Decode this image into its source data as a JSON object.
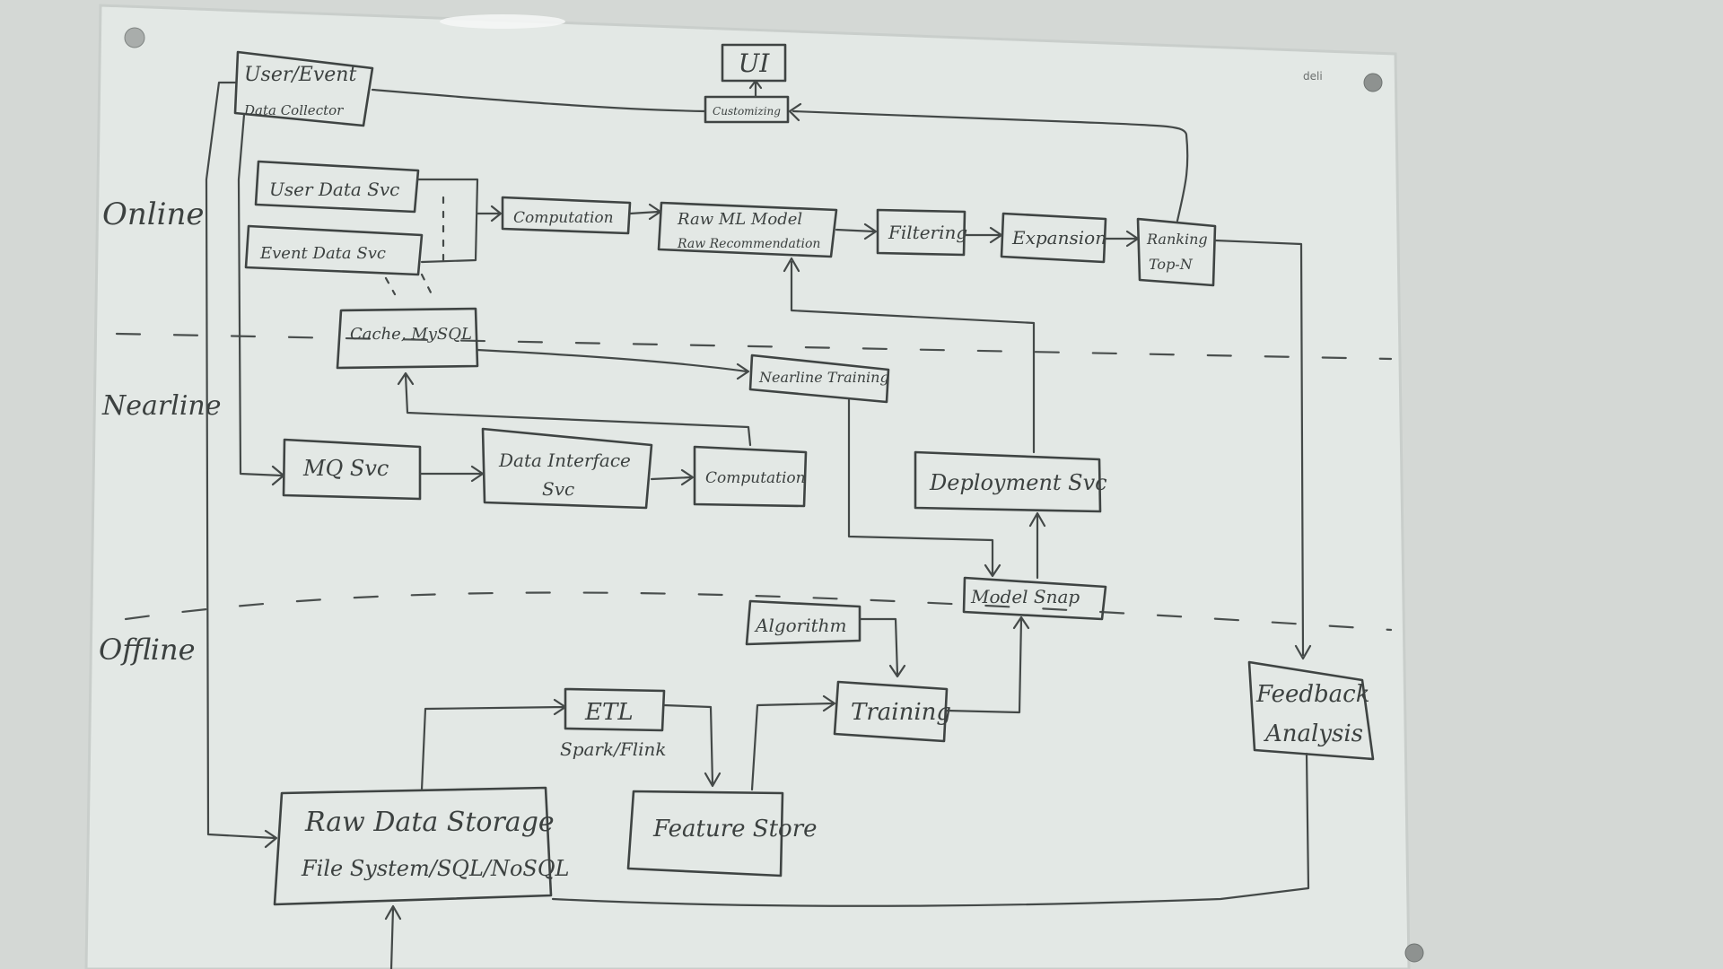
{
  "boxes": {
    "ui": "UI",
    "user_event_collector_1": "User/Event",
    "user_event_collector_2": "Data Collector",
    "user_data_svc": "User Data Svc",
    "event_data_svc": "Event Data Svc",
    "computation_online": "Computation",
    "raw_ml_model_1": "Raw ML Model",
    "raw_ml_model_2": "Raw Recommendation",
    "filtering": "Filtering",
    "expansion": "Expansion",
    "ranking_1": "Ranking",
    "ranking_2": "Top-N",
    "customizing": "Customizing",
    "cache_mysql": "Cache, MySQL",
    "nearline_training": "Nearline Training",
    "mq_svc": "MQ Svc",
    "data_interface_svc_1": "Data Interface",
    "data_interface_svc_2": "Svc",
    "computation_nearline": "Computation",
    "deployment_svc": "Deployment Svc",
    "model_snap": "Model Snap",
    "algorithm": "Algorithm",
    "training": "Training",
    "etl_1": "ETL",
    "etl_2": "Spark/Flink",
    "feature_store": "Feature Store",
    "raw_data_storage_1": "Raw Data Storage",
    "raw_data_storage_2": "File System/SQL/NoSQL",
    "feedback_analysis_1": "Feedback",
    "feedback_analysis_2": "Analysis"
  },
  "sections": {
    "online": "Online",
    "nearline": "Nearline",
    "offline": "Offline"
  },
  "brand": "deli",
  "colors": {
    "wall": "#d7dbd8",
    "board": "#e4e9e6",
    "ink": "#3f4443"
  }
}
